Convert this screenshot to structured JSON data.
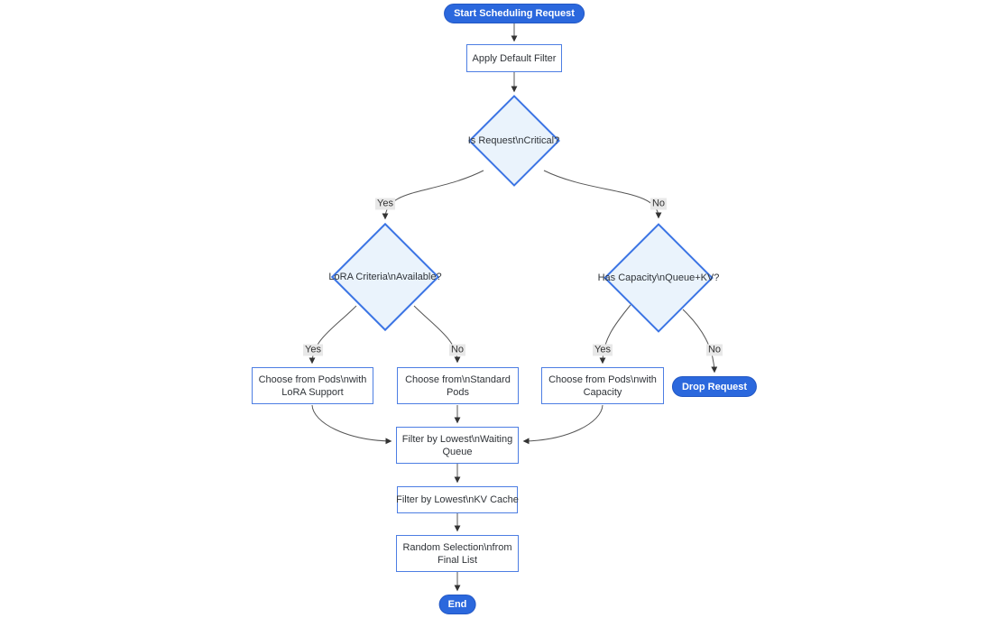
{
  "diagram_type": "flowchart",
  "colors": {
    "pill_fill": "#2b68dd",
    "pill_text": "#ffffff",
    "rect_fill": "#ffffff",
    "rect_border": "#4d7ee3",
    "diamond_fill": "#eaf3fc",
    "diamond_border": "#3b74e4",
    "edge_line": "#555555",
    "arrowhead": "#333333",
    "edge_label_bg": "#e8e8e8",
    "text": "#333333",
    "background": "#ffffff"
  },
  "nodes": {
    "start": {
      "label": "Start Scheduling Request"
    },
    "apply_default_filter": {
      "label": "Apply Default Filter"
    },
    "is_request_critical": {
      "label": "Is Request\\nCritical?"
    },
    "lora_criteria_available": {
      "label": "LoRA Criteria\\nAvailable?"
    },
    "has_capacity_queue_kv": {
      "label": "Has Capacity\\nQueue+KV?"
    },
    "choose_pods_lora": {
      "line1": "Choose from Pods\\nwith",
      "line2": "LoRA Support"
    },
    "choose_standard_pods": {
      "line1": "Choose from\\nStandard",
      "line2": "Pods"
    },
    "choose_pods_capacity": {
      "line1": "Choose from Pods\\nwith",
      "line2": "Capacity"
    },
    "drop_request": {
      "label": "Drop Request"
    },
    "filter_waiting_queue": {
      "line1": "Filter by Lowest\\nWaiting",
      "line2": "Queue"
    },
    "filter_kv_cache": {
      "label": "Filter by Lowest\\nKV Cache"
    },
    "random_selection": {
      "line1": "Random Selection\\nfrom",
      "line2": "Final List"
    },
    "end": {
      "label": "End"
    }
  },
  "edge_labels": {
    "critical_yes": "Yes",
    "critical_no": "No",
    "lora_yes": "Yes",
    "lora_no": "No",
    "capacity_yes": "Yes",
    "capacity_no": "No"
  }
}
